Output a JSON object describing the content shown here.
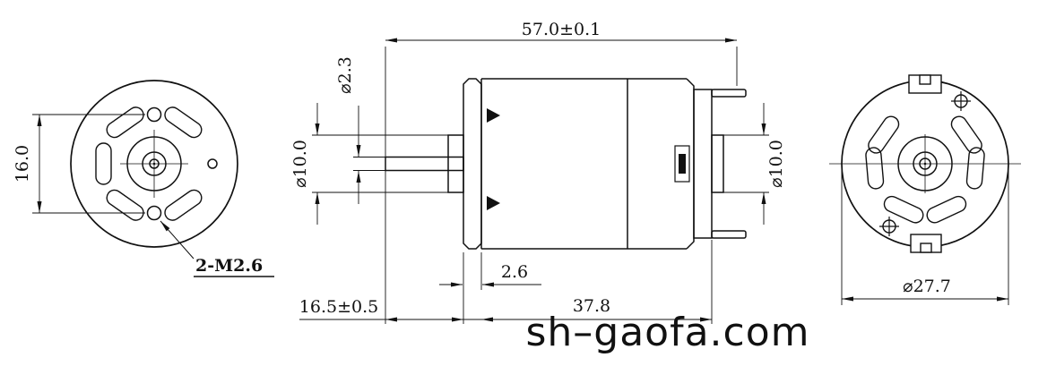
{
  "watermark": "sh–gaofa.com",
  "front_view": {
    "hole_spacing_label": "16.0",
    "mounting_holes_label": "2-M2.6"
  },
  "side_view": {
    "overall_length_label": "57.0±0.1",
    "shaft_diameter_label": "⌀2.3",
    "front_bushing_diameter_label": "⌀10.0",
    "rear_bushing_diameter_label": "⌀10.0",
    "front_step_label": "2.6",
    "shaft_extension_label": "16.5±0.5",
    "body_length_label": "37.8"
  },
  "rear_view": {
    "body_diameter_label": "⌀27.7"
  }
}
